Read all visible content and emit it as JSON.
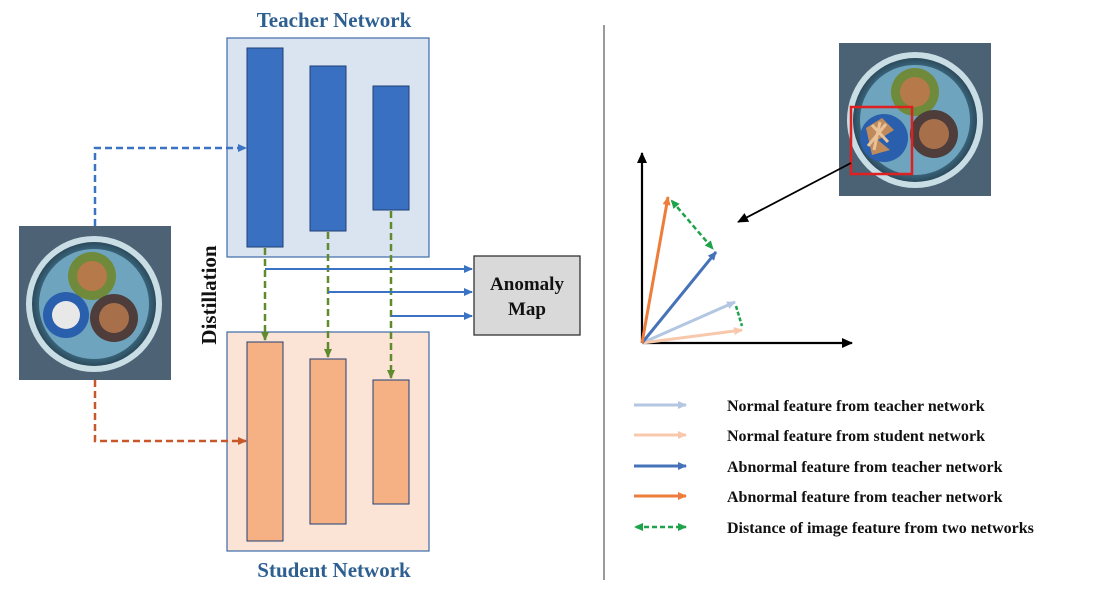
{
  "diagram": {
    "teacher_title": "Teacher Network",
    "student_title": "Student Network",
    "distillation_label": "Distillation",
    "anomaly_map_line1": "Anomaly",
    "anomaly_map_line2": "Map"
  },
  "legend": {
    "items": [
      {
        "label": "Normal feature from teacher network",
        "color": "#b3c7e2",
        "style": "solid"
      },
      {
        "label": "Normal feature from student network",
        "color": "#f8c8ac",
        "style": "solid"
      },
      {
        "label": "Abnormal feature from teacher network",
        "color": "#4572b8",
        "style": "solid"
      },
      {
        "label": "Abnormal feature from teacher network",
        "color": "#ed7d3b",
        "style": "solid"
      },
      {
        "label": "Distance of image feature from two networks",
        "color": "#1fa34a",
        "style": "dashed"
      }
    ]
  },
  "colors": {
    "teacher_panel": "#dae3f0",
    "teacher_bar": "#3a70c2",
    "student_panel": "#fbe3d5",
    "student_bar": "#f5b083",
    "distill_arrow": "#5f8a2e",
    "teacher_input_arrow": "#3a72c4",
    "student_input_arrow": "#c8582a",
    "divider": "#9a9a9a",
    "anomaly_box": "#d9d9d9"
  }
}
